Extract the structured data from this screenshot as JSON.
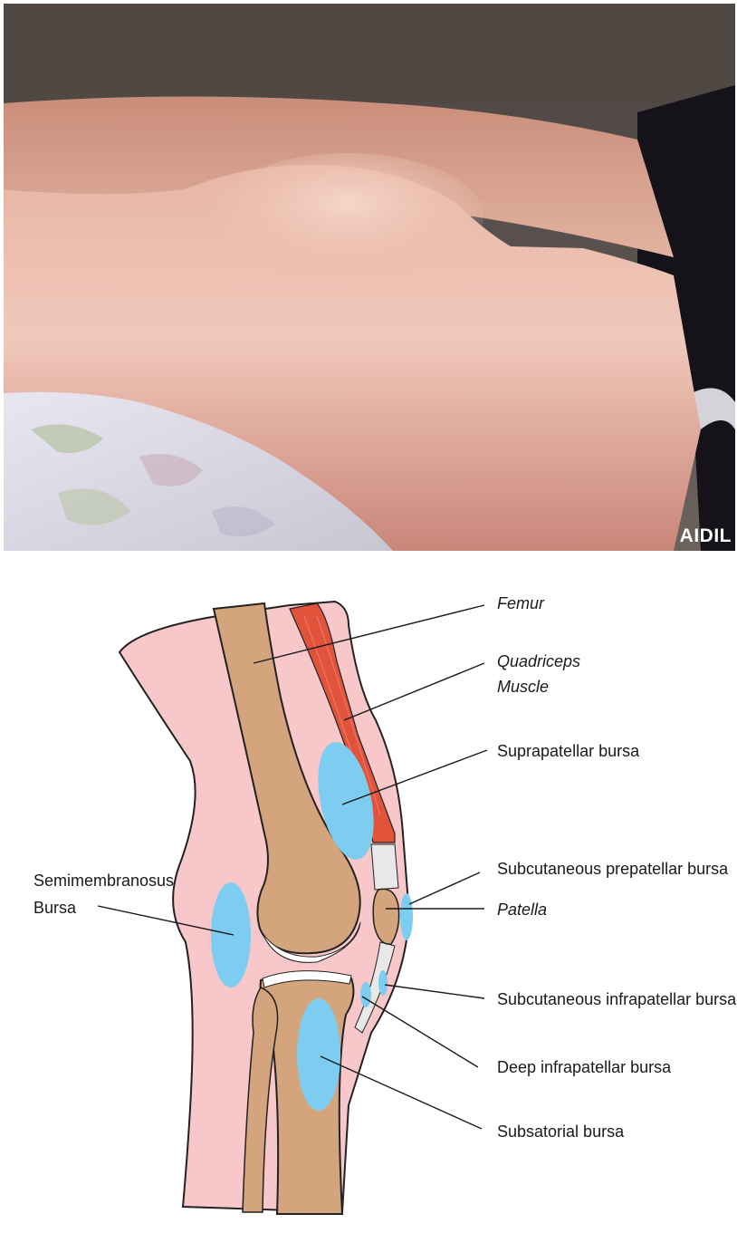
{
  "photo": {
    "watermark": "AIDIL"
  },
  "diagram": {
    "labels": {
      "femur": "Femur",
      "quadriceps_line1": "Quadriceps",
      "quadriceps_line2": "Muscle",
      "suprapatellar": "Suprapatellar bursa",
      "subcutaneous_prepatellar": "Subcutaneous prepatellar bursa",
      "patella": "Patella",
      "subcutaneous_infrapatellar": "Subcutaneous infrapatellar bursa",
      "deep_infrapatellar": "Deep infrapatellar bursa",
      "subsatorial": "Subsatorial bursa",
      "semimembranosus_line1": "Semimembranosus",
      "semimembranosus_line2": "Bursa"
    },
    "colors": {
      "skin": "#f7c7c9",
      "bone": "#d4a57c",
      "bursa": "#7dcdf0",
      "muscle": "#e2533c",
      "tendon": "#e8e8e8",
      "cartilage": "#ffffff"
    }
  }
}
